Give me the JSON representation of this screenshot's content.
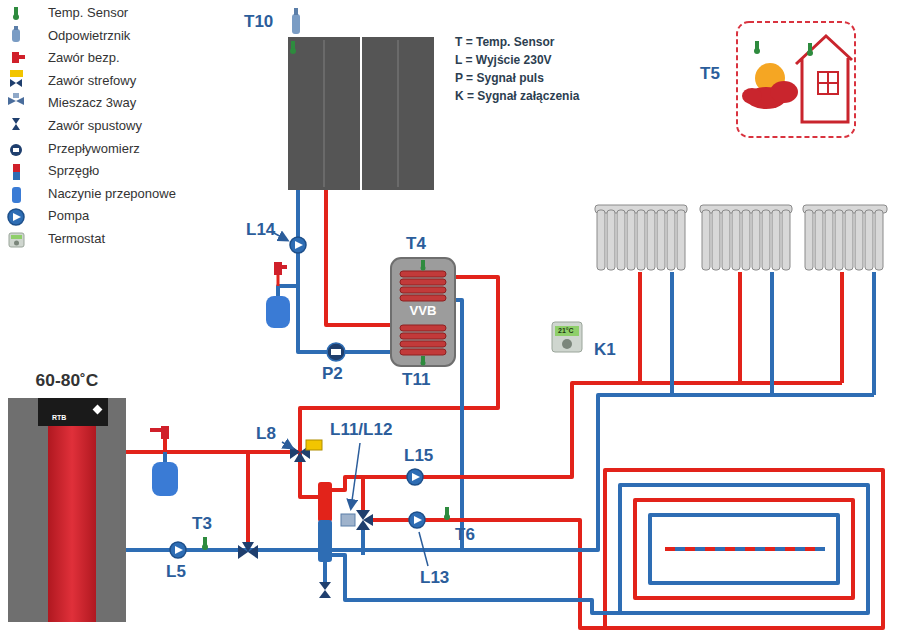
{
  "diagram": {
    "nodes": [
      {
        "text": [
          "VVB"
        ]
      },
      {
        "text": [
          "60-80˚C",
          "RTB"
        ]
      }
    ],
    "edges": [
      {
        "from": 1,
        "to": 0,
        "arrow": "none"
      },
      {
        "from": 0,
        "to": 1,
        "arrow": "none"
      }
    ],
    "labels": [
      "T = Temp. Sensor",
      "L = Wyjście 230V",
      "P = Sygnał puls",
      "K = Sygnał załączenia",
      "T10",
      "T5",
      "T4",
      "T11",
      "L14",
      "P2",
      "K1",
      "L8",
      "L11/L12",
      "L15",
      "L13",
      "T6",
      "T3",
      "L5",
      "21°C"
    ],
    "legend": [
      {
        "text": "Temp. Sensor"
      },
      {
        "text": "Odpowietrznik"
      },
      {
        "text": "Zawór bezp."
      },
      {
        "text": "Zawór strefowy"
      },
      {
        "text": "Mieszacz 3way"
      },
      {
        "text": "Zawór spustowy"
      },
      {
        "text": "Przepływomierz"
      },
      {
        "text": "Sprzęgło"
      },
      {
        "text": "Naczynie przeponowe"
      },
      {
        "text": "Pompa"
      },
      {
        "text": "Termostat"
      }
    ]
  }
}
